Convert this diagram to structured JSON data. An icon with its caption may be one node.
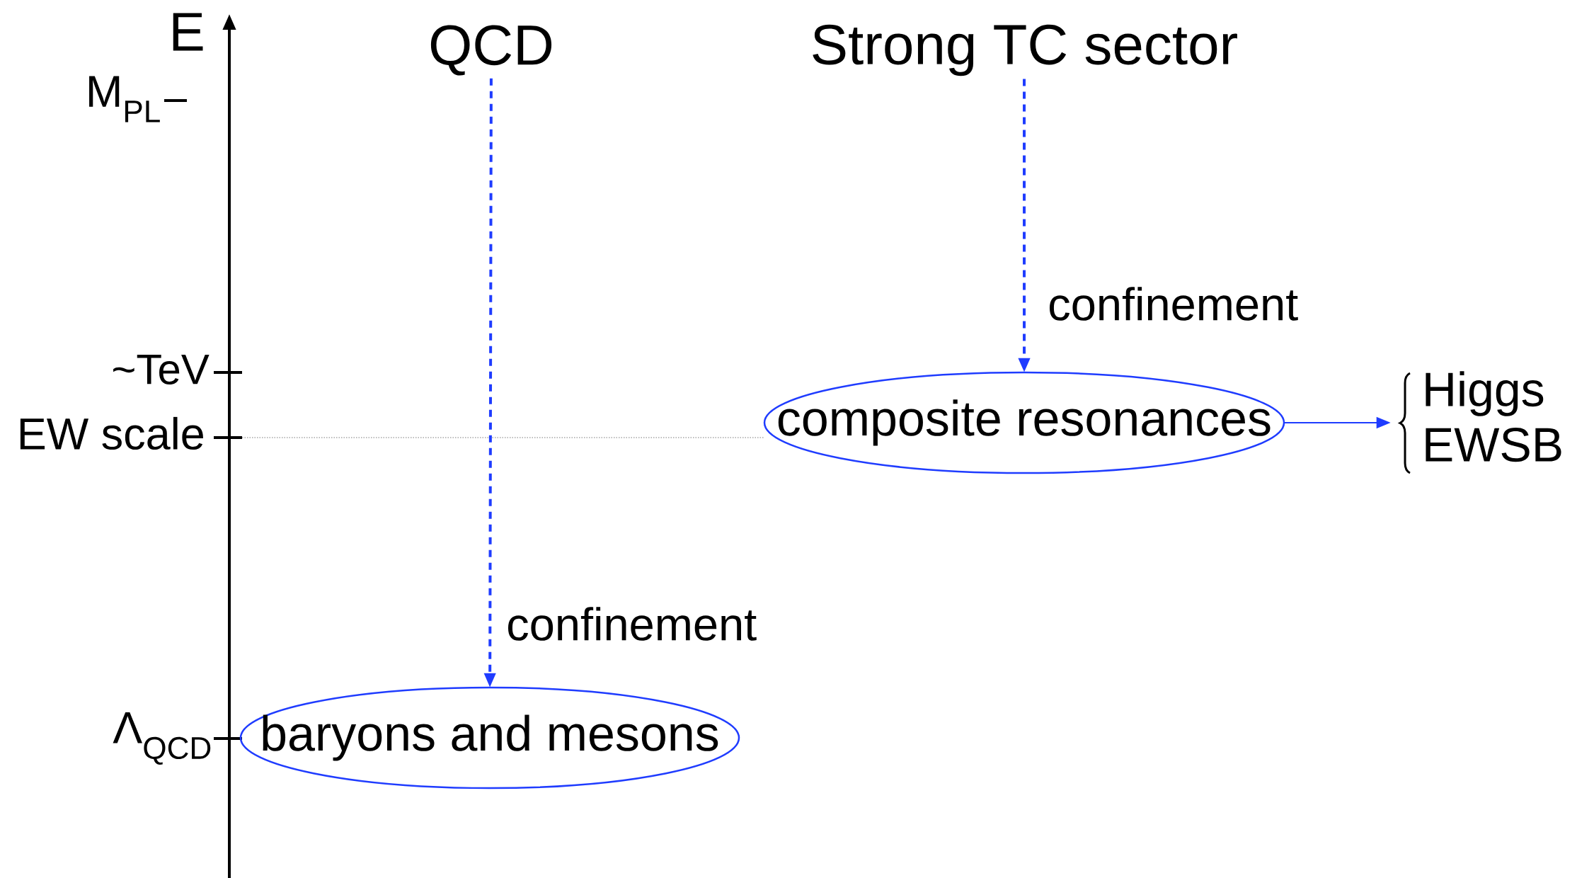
{
  "diagram": {
    "nodes": [
      {
        "text": [
          "QCD"
        ]
      },
      {
        "text": [
          "Strong TC sector"
        ]
      },
      {
        "text": [
          "composite resonances"
        ]
      },
      {
        "text": [
          "baryons and mesons"
        ]
      },
      {
        "text": [
          "Higgs",
          "EWSB"
        ]
      }
    ],
    "edges": [
      {
        "from": 0,
        "to": 3,
        "arrow": "to",
        "label": "confinement",
        "style": "dashed"
      },
      {
        "from": 1,
        "to": 2,
        "arrow": "to",
        "label": "confinement",
        "style": "dashed"
      },
      {
        "from": 2,
        "to": 4,
        "arrow": "to"
      }
    ],
    "labels": [
      "E",
      "M$_{PL}$",
      "~TeV",
      "EW scale",
      "Λ$_{QCD}$"
    ]
  }
}
